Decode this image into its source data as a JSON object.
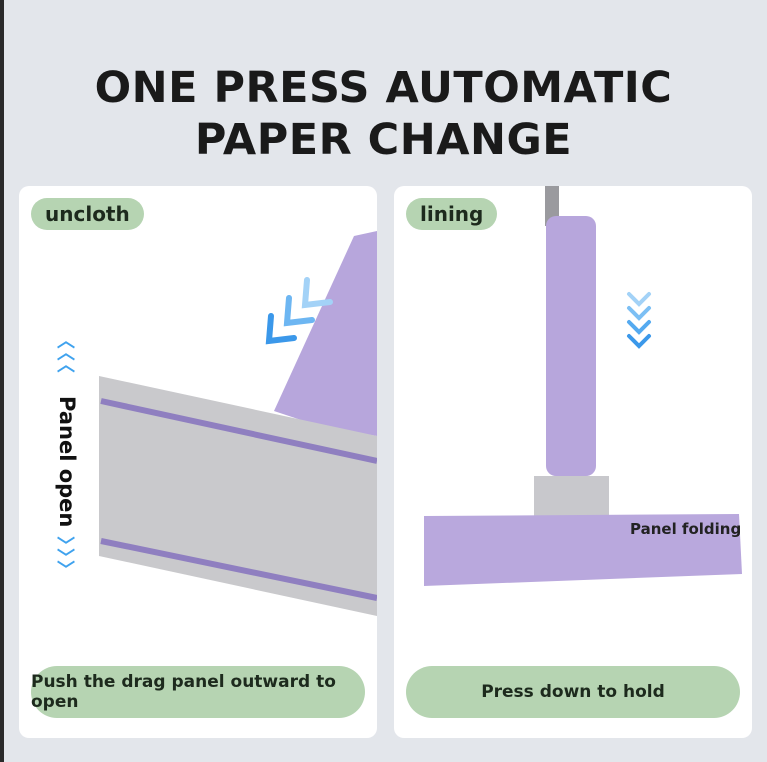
{
  "title": {
    "line1": "ONE PRESS AUTOMATIC",
    "line2": "PAPER CHANGE"
  },
  "left": {
    "tag": "uncloth",
    "vertical_label": "Panel open",
    "caption": "Push the drag panel outward to open"
  },
  "right": {
    "tag": "lining",
    "annotation": "Panel folding",
    "caption": "Press down to hold"
  }
}
